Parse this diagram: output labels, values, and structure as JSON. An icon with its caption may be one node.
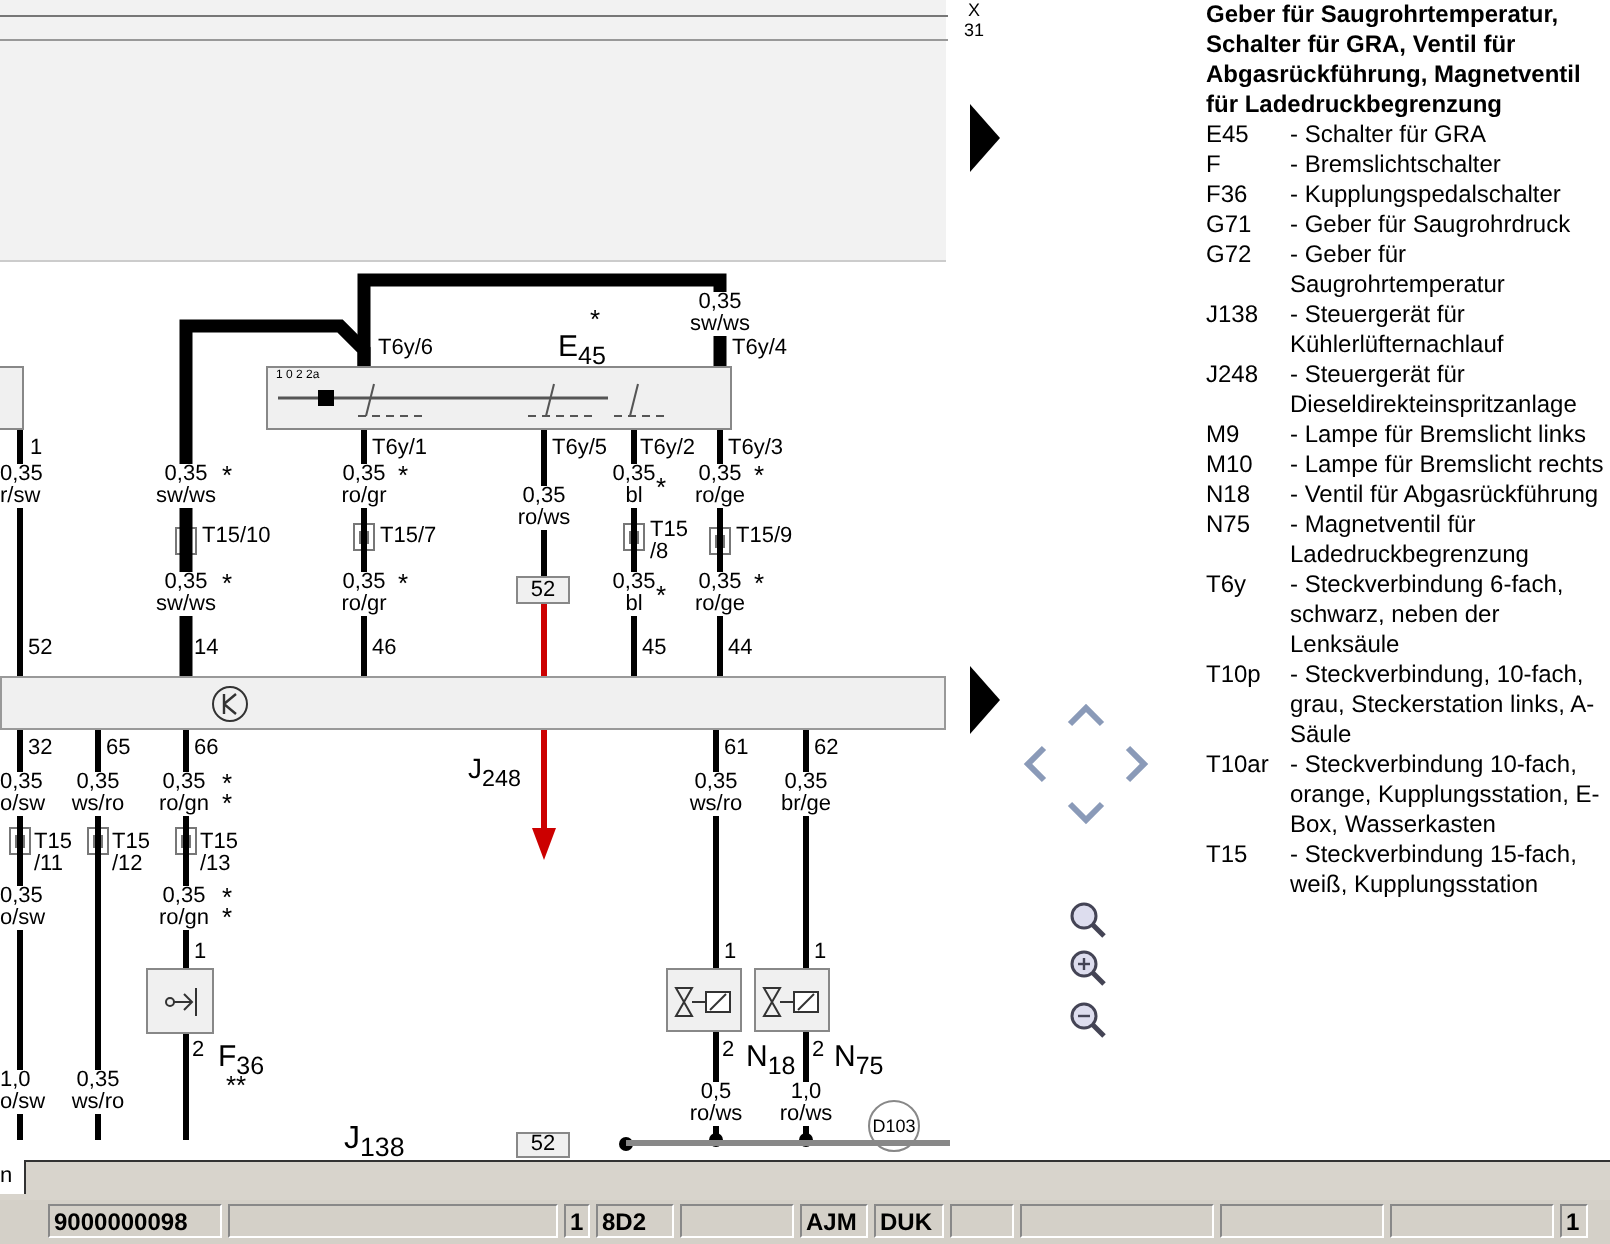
{
  "diagram": {
    "nodes": [
      {
        "text": [
          "E$_{45}$"
        ],
        "beside": [
          "*"
        ]
      },
      {
        "text": [
          "52"
        ]
      },
      {
        "text": [
          "J$_{248}$"
        ]
      },
      {
        "text": [
          "F$_{36}$"
        ],
        "beside": [
          "**"
        ]
      },
      {
        "text": [
          "N$_{18}$"
        ]
      },
      {
        "text": [
          "N$_{75}$"
        ]
      },
      {
        "text": [
          "D103"
        ]
      },
      {
        "text": [
          "52"
        ]
      },
      {
        "text": [],
        "shape": "bar"
      },
      {
        "text": [],
        "shape": "box"
      }
    ],
    "edges": [
      {
        "from": 0,
        "to": 2,
        "arrow": "none",
        "style": "thick"
      },
      {
        "from": 0,
        "to": 2,
        "arrow": "none"
      },
      {
        "from": 0,
        "to": 1,
        "arrow": "none"
      },
      {
        "from": 0,
        "to": 2,
        "arrow": "none"
      },
      {
        "from": 0,
        "to": 2,
        "arrow": "none"
      },
      {
        "from": 2,
        "to": 3,
        "arrow": "none"
      },
      {
        "from": 2,
        "to": 4,
        "arrow": "none"
      },
      {
        "from": 2,
        "to": 5,
        "arrow": "none"
      },
      {
        "from": 0,
        "to": 0,
        "arrow": "none",
        "style": "thick"
      },
      {
        "from": 1,
        "to": null,
        "arrow": "to",
        "color": "#cc0000"
      },
      {
        "from": 9,
        "to": 2,
        "arrow": "none"
      },
      {
        "from": 2,
        "to": null,
        "arrow": "none"
      },
      {
        "from": 2,
        "to": null,
        "arrow": "none"
      },
      {
        "from": 3,
        "to": null,
        "arrow": "none"
      },
      {
        "from": 4,
        "to": 8,
        "arrow": "other"
      },
      {
        "from": 5,
        "to": 8,
        "arrow": "other"
      }
    ],
    "labels": [
      "X",
      "31",
      "Geber für Saugrohrtemperatur, Schalter für GRA, Ventil für Abgasrückführung, Magnetventil für Ladedruckbegrenzung",
      "E45",
      "- Schalter für GRA",
      "F",
      "- Bremslichtschalter",
      "F36",
      "- Kupplungspedalschalter",
      "G71",
      "- Geber für Saugrohrdruck",
      "G72",
      "- Geber für Saugrohrtemperatur",
      "J138",
      "- Steuergerät für Kühlerlüfternachlauf",
      "J248",
      "- Steuergerät für Dieseldirekteinspritzanlage",
      "M9",
      "- Lampe für Bremslicht links",
      "M10",
      "- Lampe für Bremslicht rechts",
      "N18",
      "- Ventil für Abgasrückführung",
      "N75",
      "- Magnetventil für Ladedruckbegrenzung",
      "T6y",
      "- Steckverbindung 6-fach, schwarz, neben der Lenksäule",
      "T10p",
      "- Steckverbindung, 10-fach, grau, Steckerstation links, A-Säule",
      "T10ar",
      "- Steckverbindung 10-fach, orange, Kupplungsstation, E-Box, Wasserkasten",
      "T15",
      "- Steckverbindung 15-fach, weiß, Kupplungsstation",
      "T6y/6",
      "0,35 sw/ws",
      "T6y/4",
      "1 0 2 2a",
      "1",
      "T6y/1",
      "T6y/5",
      "T6y/2",
      "T6y/3",
      "0,35 r/sw",
      "0,35 sw/ws",
      "*",
      "0,35 ro/gr",
      "*",
      "0,35 ro/ws",
      "0,35 bl",
      "*",
      "0,35 ro/ge",
      "*",
      "T15/10",
      "T15/7",
      "T15 /8",
      "T15/9",
      "0,35 sw/ws",
      "*",
      "0,35 ro/gr",
      "*",
      "0,35 bl",
      "*",
      "0,35 ro/ge",
      "*",
      "52",
      "14",
      "46",
      "45",
      "44",
      "32",
      "65",
      "66",
      "61",
      "62",
      "0,35 o/sw",
      "0,35 ws/ro",
      "0,35 ro/gn",
      "*",
      "*",
      "0,35 ws/ro",
      "0,35 br/ge",
      "T15 /11",
      "T15 /12",
      "T15 /13",
      "0,35 o/sw",
      "0,35 ro/gn",
      "*",
      "*",
      "1",
      "1",
      "1",
      "2",
      "2",
      "2",
      "1,0 o/sw",
      "0,35 ws/ro",
      "0,5 ro/ws",
      "1,0 ro/ws",
      "J$_{138}$",
      "n",
      "9000000098",
      "1",
      "8D2",
      "AJM",
      "DUK",
      "1"
    ]
  }
}
